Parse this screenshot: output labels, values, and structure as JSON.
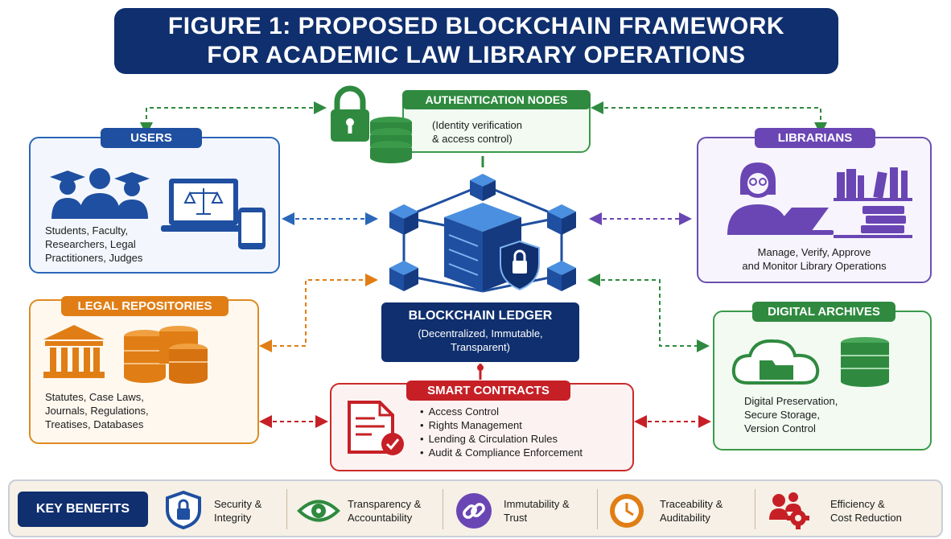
{
  "title": {
    "line1": "FIGURE 1:  PROPOSED BLOCKCHAIN FRAMEWORK",
    "line2": "FOR ACADEMIC LAW LIBRARY OPERATIONS"
  },
  "authentication": {
    "label": "AUTHENTICATION NODES",
    "desc_line1": "(Identity verification",
    "desc_line2": "& access control)"
  },
  "users": {
    "label": "USERS",
    "desc_line1": "Students, Faculty,",
    "desc_line2": "Researchers, Legal",
    "desc_line3": "Practitioners, Judges"
  },
  "librarians": {
    "label": "LIBRARIANS",
    "desc_line1": "Manage, Verify, Approve",
    "desc_line2": "and Monitor Library Operations"
  },
  "ledger": {
    "title": "BLOCKCHAIN LEDGER",
    "sub_line1": "(Decentralized, Immutable,",
    "sub_line2": "Transparent)"
  },
  "legal_repositories": {
    "label": "LEGAL REPOSITORIES",
    "desc_line1": "Statutes, Case Laws,",
    "desc_line2": "Journals, Regulations,",
    "desc_line3": "Treatises, Databases"
  },
  "digital_archives": {
    "label": "DIGITAL ARCHIVES",
    "desc_line1": "Digital Preservation,",
    "desc_line2": "Secure Storage,",
    "desc_line3": "Version Control"
  },
  "smart_contracts": {
    "label": "SMART CONTRACTS",
    "items": [
      "Access Control",
      "Rights Management",
      "Lending & Circulation Rules",
      "Audit & Compliance Enforcement"
    ]
  },
  "benefits": {
    "label": "KEY BENEFITS",
    "items": [
      {
        "line1": "Security &",
        "line2": "Integrity",
        "icon": "shield-lock-icon"
      },
      {
        "line1": "Transparency &",
        "line2": "Accountability",
        "icon": "eye-icon"
      },
      {
        "line1": "Immutability &",
        "line2": "Trust",
        "icon": "chain-link-icon"
      },
      {
        "line1": "Traceability &",
        "line2": "Auditability",
        "icon": "clock-icon"
      },
      {
        "line1": "Efficiency &",
        "line2": "Cost Reduction",
        "icon": "people-gear-icon"
      }
    ]
  },
  "colors": {
    "navy": "#0f2f6e",
    "blue": "#1f4fa0",
    "green": "#2f8a3f",
    "purple": "#6a46b4",
    "orange": "#e07e15",
    "red": "#c62026"
  }
}
